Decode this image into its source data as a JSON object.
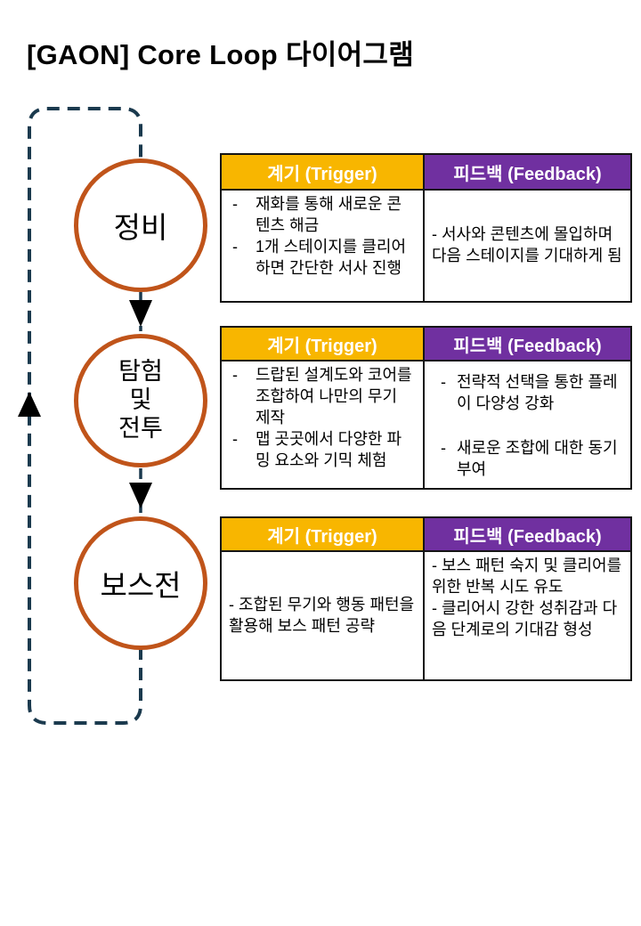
{
  "title": "[GAON] Core Loop 다이어그램",
  "bullet": "-",
  "colors": {
    "circle_border": "#C0541A",
    "loop_dash": "#1B3A4E",
    "arrow": "#000000",
    "trigger_header_bg": "#F8B600",
    "feedback_header_bg": "#7030A0",
    "header_text": "#FFFFFF",
    "body_text": "#000000"
  },
  "loop": {
    "nodes": [
      {
        "id": "maintenance",
        "label": "정비"
      },
      {
        "id": "explore-combat",
        "label": "탐험\n및\n전투"
      },
      {
        "id": "boss-fight",
        "label": "보스전"
      }
    ]
  },
  "tables": [
    {
      "trigger_header": "계기 (Trigger)",
      "feedback_header": "피드백 (Feedback)",
      "trigger_items": [
        "재화를 통해 새로운 콘텐츠 해금",
        "1개 스테이지를 클리어하면 간단한 서사 진행"
      ],
      "feedback_paragraphs": [
        "- 서사와 콘텐츠에 몰입하며 다음 스테이지를 기대하게 됨"
      ]
    },
    {
      "trigger_header": "계기 (Trigger)",
      "feedback_header": "피드백 (Feedback)",
      "trigger_items": [
        "드랍된 설계도와 코어를 조합하여 나만의 무기 제작",
        "맵 곳곳에서 다양한 파밍 요소와 기믹 체험"
      ],
      "feedback_items": [
        "전략적 선택을 통한 플레이 다양성 강화",
        "새로운 조합에 대한 동기 부여"
      ]
    },
    {
      "trigger_header": "계기 (Trigger)",
      "feedback_header": "피드백 (Feedback)",
      "trigger_paragraphs": [
        "- 조합된 무기와 행동 패턴을 활용해 보스 패턴 공략"
      ],
      "feedback_paragraphs": [
        "- 보스 패턴 숙지 및 클리어를 위한 반복 시도 유도",
        "- 클리어시 강한 성취감과 다음 단계로의 기대감 형성"
      ]
    }
  ]
}
